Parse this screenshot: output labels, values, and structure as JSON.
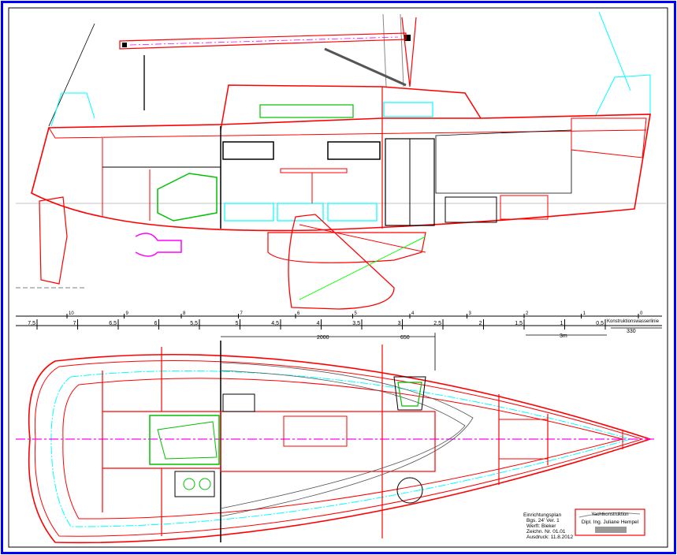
{
  "drawing": {
    "scale_top_labels": [
      "10",
      "9",
      "8",
      "7",
      "6",
      "5",
      "4",
      "3",
      "2",
      "1",
      "0"
    ],
    "scale_bottom_labels": [
      "7,5",
      "7",
      "6,5",
      "6",
      "5,5",
      "5",
      "4,5",
      "4",
      "3,5",
      "3",
      "2,5",
      "2",
      "1,5",
      "1",
      "0,5"
    ],
    "waterline_label": "Konstruktionswasserlinie",
    "dim_330": "330",
    "dim_2000": "2000",
    "dim_650": "650",
    "dim_3m": "3m",
    "info": {
      "line1": "Einrichtungsplan",
      "line2": "Bgs. 24' Ver. 1",
      "line3": "Werft: Bieker",
      "line4": "Zeichn. Nr. 01.01",
      "line5": "Ausdruck: 11.8.2012"
    },
    "title_block": {
      "firm": "Yachtkonstruktion",
      "designer": "Dipl. Ing. Juliane Hempel"
    }
  },
  "colors": {
    "hull": "#ff0000",
    "frame": "#0000ff",
    "deck": "#00ffff",
    "engine": "#00c000",
    "centerline": "#ff00ff"
  }
}
